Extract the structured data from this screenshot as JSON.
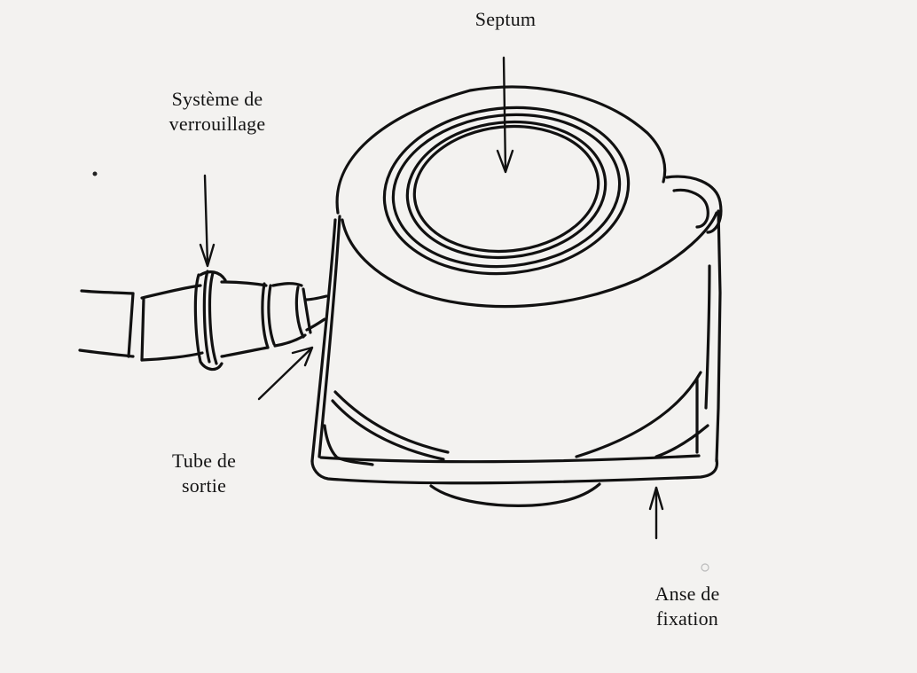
{
  "labels": {
    "septum": "Septum",
    "locking_system": [
      "Système de",
      "verrouillage"
    ],
    "outlet_tube": [
      "Tube de",
      "sortie"
    ],
    "fixation_loop": [
      "Anse de",
      "fixation"
    ]
  },
  "colors": {
    "paper": "#f3f2f0",
    "ink": "#111111"
  }
}
